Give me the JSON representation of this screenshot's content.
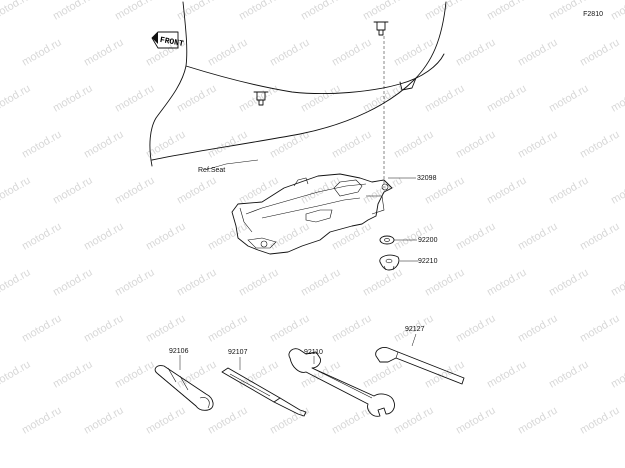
{
  "figure_id": "F2810",
  "front_label": "FRONT",
  "watermark_text": "motod.ru",
  "reference_label": "Ref.Seat",
  "parts": [
    {
      "number": "32098"
    },
    {
      "number": "92200"
    },
    {
      "number": "92210"
    },
    {
      "number": "92106"
    },
    {
      "number": "92107"
    },
    {
      "number": "92110"
    },
    {
      "number": "92127"
    }
  ]
}
